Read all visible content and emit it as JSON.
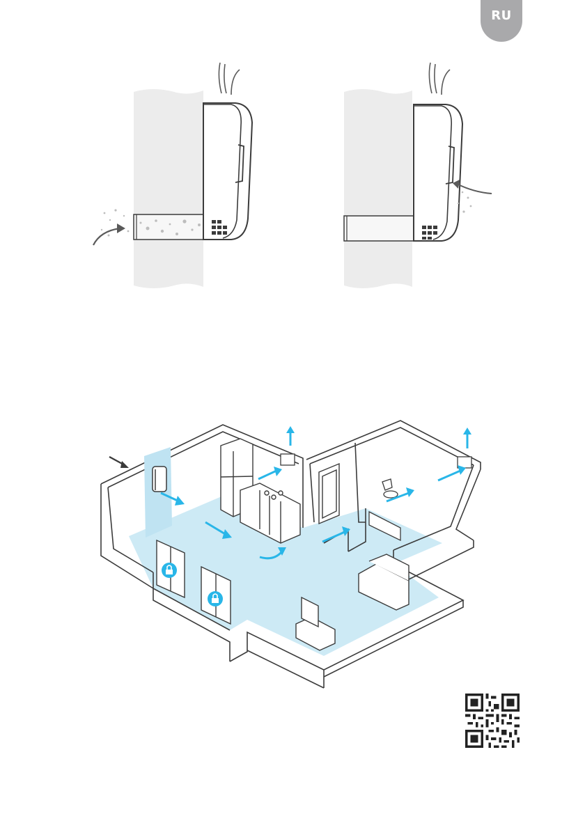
{
  "page": {
    "language_badge": "RU"
  },
  "colors": {
    "accent": "#29b6e8",
    "floor": "#cdeaf5",
    "wall": "#ececec",
    "outline": "#3b3b3b",
    "badge": "#a9a9ab"
  },
  "figures": [
    {
      "id": "purifier-external-air",
      "icon": "air-purifier-wall-duct-icon"
    },
    {
      "id": "purifier-room-air",
      "icon": "air-purifier-recirculation-icon"
    },
    {
      "id": "apartment-airflow-plan",
      "icon": "apartment-isometric-plan-icon"
    }
  ],
  "qr": {
    "icon": "qr-code-icon"
  }
}
